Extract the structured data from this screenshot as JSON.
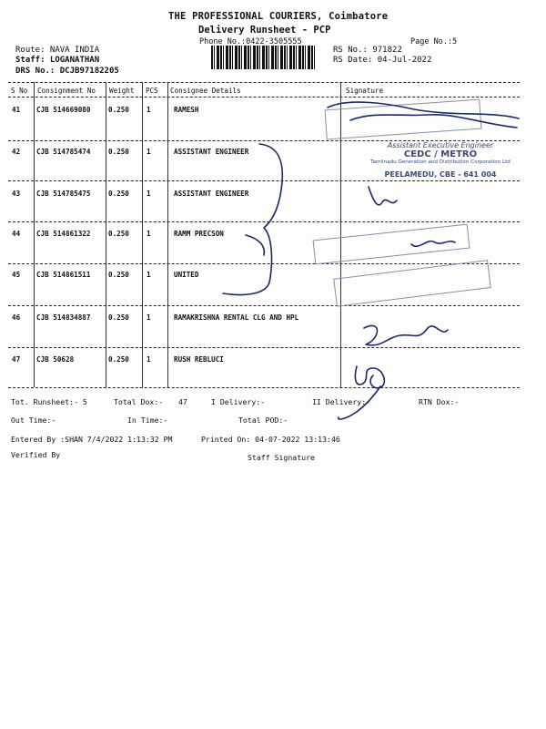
{
  "header": {
    "company": "THE PROFESSIONAL COURIERS, Coimbatore",
    "title": "Delivery Runsheet - PCP",
    "phone": "Phone No.:0422-3505555",
    "page": "Page No.:5",
    "route": "Route: NAVA INDIA",
    "staff": "Staff: LOGANATHAN",
    "drs": "DRS No.: DCJB97182205",
    "rs_no": "RS No.: 971822",
    "rs_date": "RS Date: 04-Jul-2022"
  },
  "columns": {
    "sno": "S No",
    "consignment": "Consignment No",
    "weight": "Weight",
    "pcs": "PCS",
    "consignee": "Consignee Details",
    "signature": "Signature"
  },
  "rows": [
    {
      "sno": "41",
      "consignment": "CJB 514669080",
      "weight": "0.250",
      "pcs": "1",
      "consignee": "RAMESH"
    },
    {
      "sno": "42",
      "consignment": "CJB 514785474",
      "weight": "0.250",
      "pcs": "1",
      "consignee": "ASSISTANT ENGINEER"
    },
    {
      "sno": "43",
      "consignment": "CJB 514785475",
      "weight": "0.250",
      "pcs": "1",
      "consignee": "ASSISTANT ENGINEER"
    },
    {
      "sno": "44",
      "consignment": "CJB 514861322",
      "weight": "0.250",
      "pcs": "1",
      "consignee": "RAMM PRECSON"
    },
    {
      "sno": "45",
      "consignment": "CJB 514861511",
      "weight": "0.250",
      "pcs": "1",
      "consignee": "UNITED"
    },
    {
      "sno": "46",
      "consignment": "CJB 514834887",
      "weight": "0.250",
      "pcs": "1",
      "consignee": "RAMAKRISHNA RENTAL CLG AND HPL"
    },
    {
      "sno": "47",
      "consignment": "CJB 50628",
      "weight": "0.250",
      "pcs": "1",
      "consignee": "RUSH REBLUCI"
    }
  ],
  "stamp": {
    "line1": "Assistant Executive Engineer",
    "line2": "CEDC / METRO",
    "line3": "Tamilnadu Generation and Distribution Corporation Ltd",
    "line4": "PEELAMEDU, CBE - 641 004"
  },
  "footer": {
    "tot_runsheet": "Tot. Runsheet:- 5",
    "total_dox": "Total Dox:-",
    "total_dox_value": "47",
    "i_delivery": "I Delivery:-",
    "ii_delivery": "II Delivery:-",
    "rtn_dox": "RTN Dox:-",
    "out_time": "Out Time:-",
    "in_time": "In Time:-",
    "total_pod": "Total POD:-",
    "entered_by": "Entered By :SHAN 7/4/2022 1:13:32 PM",
    "printed_on": "Printed On: 04-07-2022 13:13:46",
    "verified_by": "Verified By",
    "staff_signature": "Staff Signature"
  },
  "colors": {
    "ink": "#111111",
    "pen": "#1c2a66",
    "stamp": "#3b4a7a"
  }
}
